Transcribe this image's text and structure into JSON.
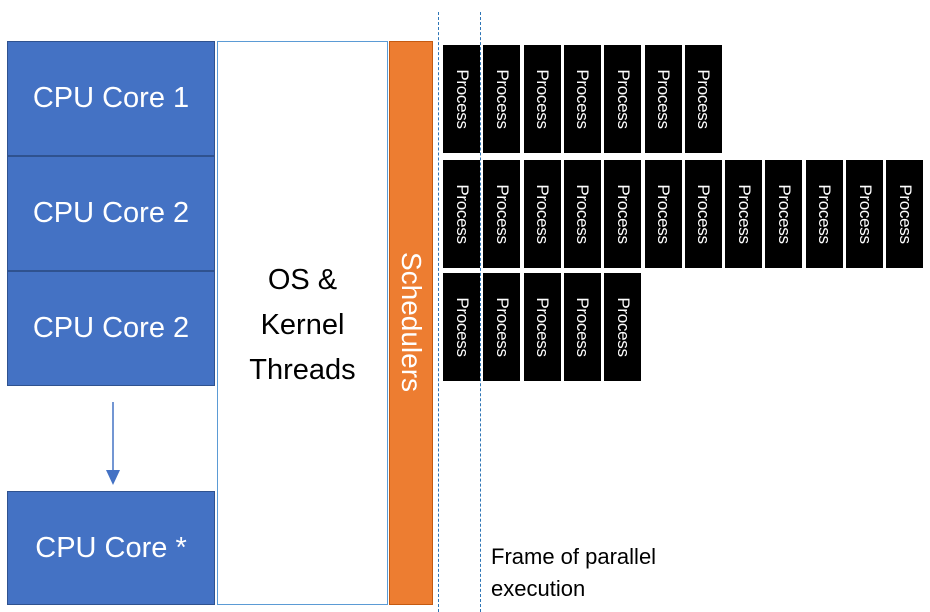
{
  "cores": [
    {
      "label": "CPU Core 1"
    },
    {
      "label": "CPU Core 2"
    },
    {
      "label": "CPU Core 2"
    },
    {
      "label": "CPU Core *"
    }
  ],
  "os": {
    "line1": "OS &",
    "line2": "Kernel",
    "line3": "Threads"
  },
  "scheduler": {
    "label": "Schedulers"
  },
  "process_label": "Process",
  "rows": [
    {
      "count": 7
    },
    {
      "count": 12
    },
    {
      "count": 5
    }
  ],
  "frame": {
    "line1": "Frame of parallel",
    "line2": "execution"
  },
  "colors": {
    "core": "#4472C4",
    "scheduler": "#ED7D31",
    "process": "#000000",
    "line": "#2E75B6"
  }
}
